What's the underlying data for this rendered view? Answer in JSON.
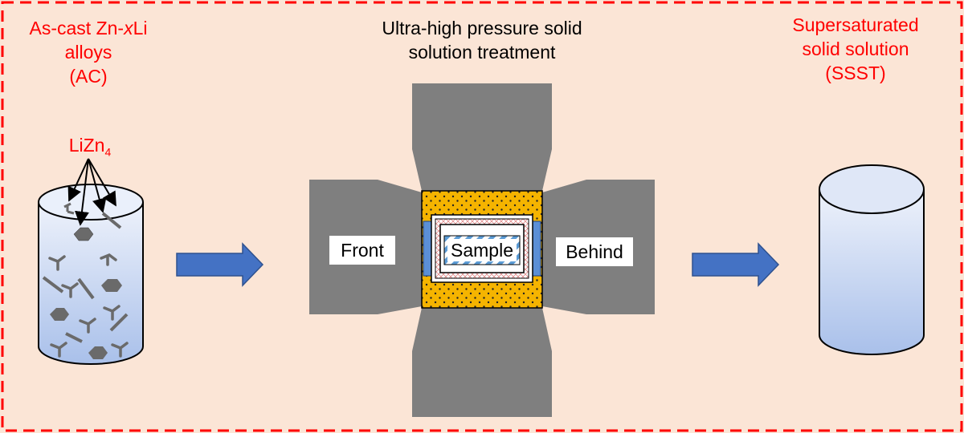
{
  "left_label": {
    "line1_pre": "As-cast Zn-",
    "line1_italic": "x",
    "line1_post": "Li",
    "line2": "alloys",
    "line3": "(AC)"
  },
  "phase_label": {
    "main": "LiZn",
    "sub": "4"
  },
  "center_label": {
    "line1": "Ultra-high pressure solid",
    "line2": "solution treatment"
  },
  "right_label": {
    "line1": "Supersaturated",
    "line2": "solid solution",
    "line3": "(SSST)"
  },
  "anvil_labels": {
    "front": "Front",
    "behind": "Behind",
    "sample": "Sample"
  },
  "colors": {
    "background": "#fbe5d6",
    "border": "#ff0000",
    "anvil": "#7f7f7f",
    "arrow": "#4472c4",
    "pressure_medium": "#f5b400",
    "electrode": "#5b8fd6",
    "precipitate": "#6a6a6a",
    "cylinder_top": "#dfe7f7",
    "cylinder_body": "#c9d7f2"
  }
}
